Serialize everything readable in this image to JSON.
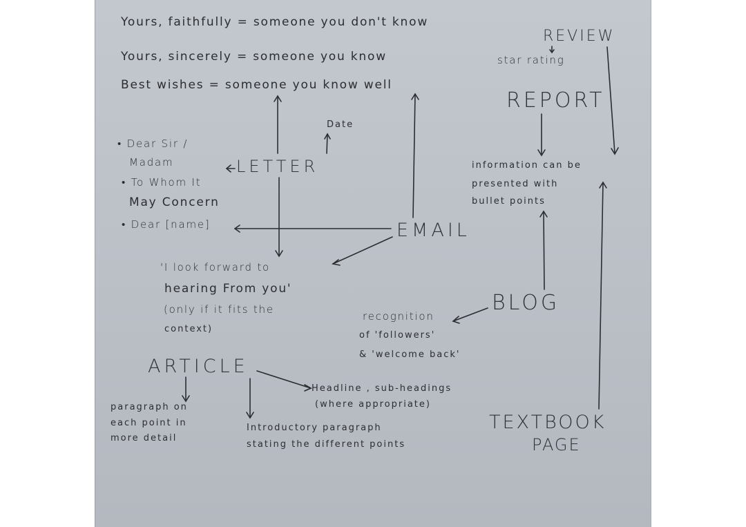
{
  "sign_offs": [
    {
      "text": "Yours, faithfully = someone you  don't know"
    },
    {
      "text": "Yours, sincerely = someone you know"
    },
    {
      "text": "Best  wishes = someone you know well"
    }
  ],
  "nodes": {
    "review": "REVIEW",
    "report": "REPORT",
    "letter": "LETTER",
    "email": "EMAIL",
    "blog": "BLOG",
    "article": "ARTICLE",
    "textbook_line1": "TEXTBOOK",
    "textbook_line2": "PAGE"
  },
  "review_notes": {
    "star_rating": "star rating"
  },
  "report_notes": {
    "lines": [
      "information  can be",
      "presented with",
      "bullet  points"
    ]
  },
  "letter_notes": {
    "date": "Date",
    "greetings": [
      "• Dear  Sir /",
      "Madam",
      "• To Whom It",
      "May Concern",
      "• Dear  [name]"
    ]
  },
  "email_notes": {
    "lines": [
      "'I  look forward  to",
      "hearing  From you'",
      "(only  if it  fits the",
      "context)"
    ]
  },
  "blog_notes": {
    "lines": [
      "recognition",
      "of 'followers'",
      "& 'welcome back'"
    ]
  },
  "article_notes": {
    "paragraph_each_point": [
      "paragraph on",
      "each  point  in",
      "more  detail"
    ],
    "introductory": [
      "Introductory  paragraph",
      "stating the  different  points"
    ],
    "headline": [
      "Headline , sub-headings",
      "(where  appropriate)"
    ]
  },
  "colors": {
    "paper": "#bcc1c8",
    "ink": "#2b2d31",
    "background": "#ffffff"
  }
}
